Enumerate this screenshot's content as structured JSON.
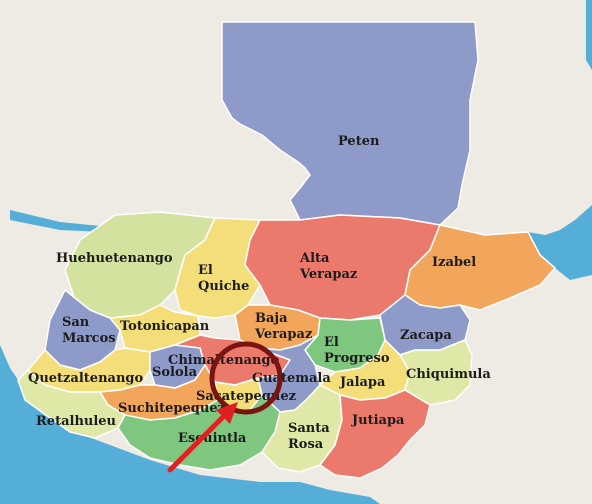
{
  "map": {
    "colors": {
      "background": "#ffffff",
      "land": "#eeeae4",
      "water": "#55aed8",
      "marker_circle": "#7a1410",
      "arrow": "#e02020"
    },
    "departments": [
      {
        "id": "peten",
        "name": "Peten",
        "color": "#8e9bc9"
      },
      {
        "id": "huehuetenango",
        "name": "Huehuetenango",
        "color": "#d4e2a0"
      },
      {
        "id": "el-quiche",
        "name": "El Quiche",
        "color": "#f3de7a"
      },
      {
        "id": "alta-verapaz",
        "name": "Alta Verapaz",
        "color": "#ec7a6c"
      },
      {
        "id": "izabel",
        "name": "Izabel",
        "color": "#f2a65c"
      },
      {
        "id": "san-marcos",
        "name": "San Marcos",
        "color": "#8e9bc9"
      },
      {
        "id": "totonicapan",
        "name": "Totonicapan",
        "color": "#f3de7a"
      },
      {
        "id": "baja-verapaz",
        "name": "Baja Verapaz",
        "color": "#f2a65c"
      },
      {
        "id": "el-progreso",
        "name": "El Progreso",
        "color": "#7fc77f"
      },
      {
        "id": "zacapa",
        "name": "Zacapa",
        "color": "#8e9bc9"
      },
      {
        "id": "quetzaltenango",
        "name": "Quetzaltenango",
        "color": "#f3de7a"
      },
      {
        "id": "solola",
        "name": "Solola",
        "color": "#8e9bc9"
      },
      {
        "id": "chimaltenango",
        "name": "Chimaltenango",
        "color": "#ec7a6c"
      },
      {
        "id": "guatemala",
        "name": "Guatemala",
        "color": "#8e9bc9"
      },
      {
        "id": "jalapa",
        "name": "Jalapa",
        "color": "#f3de7a"
      },
      {
        "id": "chiquimula",
        "name": "Chiquimula",
        "color": "#e0e8a8"
      },
      {
        "id": "sacatepequez",
        "name": "Sacatepequez",
        "color": "#f3de7a"
      },
      {
        "id": "suchitepequez",
        "name": "Suchitepequez",
        "color": "#f2a65c"
      },
      {
        "id": "retalhuleu",
        "name": "Retalhuleu",
        "color": "#e0e8a8"
      },
      {
        "id": "escuintla",
        "name": "Escuintla",
        "color": "#7fc77f"
      },
      {
        "id": "santa-rosa",
        "name": "Santa Rosa",
        "color": "#e0e8a8"
      },
      {
        "id": "jutiapa",
        "name": "Jutiapa",
        "color": "#ec7a6c"
      }
    ],
    "highlight": {
      "department": "sacatepequez",
      "marker": "circle-with-arrow"
    }
  }
}
